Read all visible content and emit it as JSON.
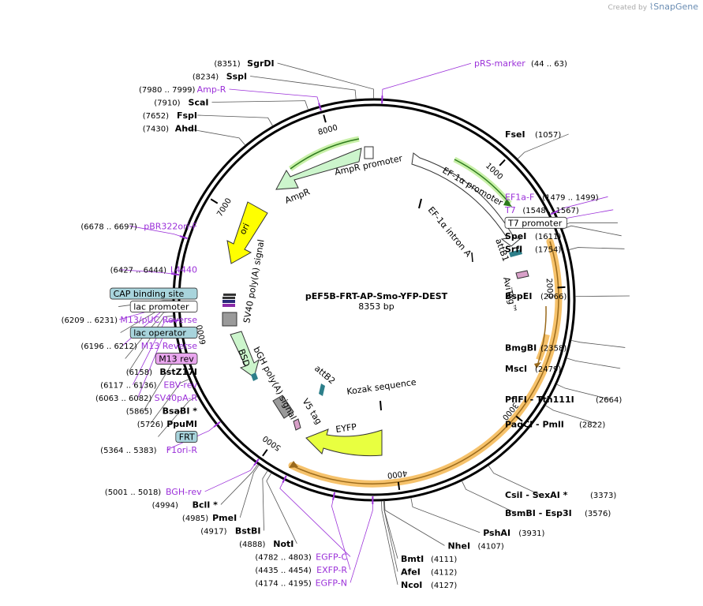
{
  "credit": {
    "created_by": "Created by",
    "brand": "SnapGene"
  },
  "title": "pEF5B-FRT-AP-Smo-YFP-DEST",
  "length_label": "8353 bp",
  "total_bp": 8353,
  "ticks": [
    "1000",
    "2000",
    "3000",
    "4000",
    "5000",
    "6000",
    "7000",
    "8000"
  ],
  "sites": [
    {
      "name": "SgrDI",
      "pos": "(8351)",
      "bp": 8351,
      "t": "e"
    },
    {
      "name": "SspI",
      "pos": "(8234)",
      "bp": 8234,
      "t": "e"
    },
    {
      "name": "Amp-R",
      "pos": "(7980 .. 7999)",
      "bp": 7990,
      "t": "p"
    },
    {
      "name": "ScaI",
      "pos": "(7910)",
      "bp": 7910,
      "t": "e"
    },
    {
      "name": "FspI",
      "pos": "(7652)",
      "bp": 7652,
      "t": "e"
    },
    {
      "name": "AhdI",
      "pos": "(7430)",
      "bp": 7430,
      "t": "e"
    },
    {
      "name": "pRS-marker",
      "pos": "(44 .. 63)",
      "bp": 54,
      "t": "p"
    },
    {
      "name": "FseI",
      "pos": "(1057)",
      "bp": 1057,
      "t": "e"
    },
    {
      "name": "EF1a-F",
      "pos": "(1479 .. 1499)",
      "bp": 1489,
      "t": "p"
    },
    {
      "name": "T7",
      "pos": "(1548 .. 1567)",
      "bp": 1557,
      "t": "p"
    },
    {
      "name": "T7 promoter",
      "pos": "",
      "bp": 1590,
      "t": "box",
      "fill": "#ffffff"
    },
    {
      "name": "SpeI",
      "pos": "(1611)",
      "bp": 1611,
      "t": "e"
    },
    {
      "name": "SrfI",
      "pos": "(1754)",
      "bp": 1754,
      "t": "e"
    },
    {
      "name": "BspEI",
      "pos": "(2066)",
      "bp": 2066,
      "t": "e"
    },
    {
      "name": "BmgBI",
      "pos": "(2358)",
      "bp": 2358,
      "t": "e"
    },
    {
      "name": "MscI",
      "pos": "(2479)",
      "bp": 2479,
      "t": "e"
    },
    {
      "name": "PflFI - Tth111I",
      "pos": "(2664)",
      "bp": 2664,
      "t": "e"
    },
    {
      "name": "PaqCI - PmlI",
      "pos": "(2822)",
      "bp": 2822,
      "t": "e"
    },
    {
      "name": "CsiI - SexAI *",
      "pos": "(3373)",
      "bp": 3373,
      "t": "e"
    },
    {
      "name": "BsmBI - Esp3I",
      "pos": "(3576)",
      "bp": 3576,
      "t": "e"
    },
    {
      "name": "PshAI",
      "pos": "(3931)",
      "bp": 3931,
      "t": "e"
    },
    {
      "name": "NheI",
      "pos": "(4107)",
      "bp": 4107,
      "t": "e"
    },
    {
      "name": "BmtI",
      "pos": "(4111)",
      "bp": 4111,
      "t": "e"
    },
    {
      "name": "AfeI",
      "pos": "(4112)",
      "bp": 4112,
      "t": "e"
    },
    {
      "name": "NcoI",
      "pos": "(4127)",
      "bp": 4127,
      "t": "e"
    },
    {
      "name": "EGFP-N",
      "pos": "(4174 .. 4195)",
      "bp": 4185,
      "t": "p"
    },
    {
      "name": "EXFP-R",
      "pos": "(4435 .. 4454)",
      "bp": 4445,
      "t": "p"
    },
    {
      "name": "EGFP-C",
      "pos": "(4782 .. 4803)",
      "bp": 4792,
      "t": "p"
    },
    {
      "name": "NotI",
      "pos": "(4888)",
      "bp": 4888,
      "t": "e"
    },
    {
      "name": "BstBI",
      "pos": "(4917)",
      "bp": 4917,
      "t": "e"
    },
    {
      "name": "PmeI",
      "pos": "(4985)",
      "bp": 4985,
      "t": "e"
    },
    {
      "name": "BclI *",
      "pos": "(4994)",
      "bp": 4994,
      "t": "e"
    },
    {
      "name": "BGH-rev",
      "pos": "(5001 .. 5018)",
      "bp": 5010,
      "t": "p"
    },
    {
      "name": "F1ori-R",
      "pos": "(5364 .. 5383)",
      "bp": 5373,
      "t": "p"
    },
    {
      "name": "FRT",
      "pos": "",
      "bp": 5600,
      "t": "box",
      "fill": "#a8d4dc"
    },
    {
      "name": "PpuMI",
      "pos": "(5726)",
      "bp": 5726,
      "t": "e"
    },
    {
      "name": "BsaBI *",
      "pos": "(5865)",
      "bp": 5865,
      "t": "e"
    },
    {
      "name": "SV40pA-R",
      "pos": "(6063 .. 6082)",
      "bp": 6072,
      "t": "p"
    },
    {
      "name": "EBV-rev",
      "pos": "(6117 .. 6136)",
      "bp": 6126,
      "t": "p"
    },
    {
      "name": "BstZ17I",
      "pos": "(6158)",
      "bp": 6158,
      "t": "e"
    },
    {
      "name": "M13 rev",
      "pos": "",
      "bp": 6185,
      "t": "box",
      "fill": "#e9a6ee"
    },
    {
      "name": "M13 Reverse",
      "pos": "(6196 .. 6212)",
      "bp": 6204,
      "t": "p"
    },
    {
      "name": "lac operator",
      "pos": "",
      "bp": 6218,
      "t": "box",
      "fill": "#a8d4dc"
    },
    {
      "name": "M13/pUC Reverse",
      "pos": "(6209 .. 6231)",
      "bp": 6220,
      "t": "p"
    },
    {
      "name": "lac promoter",
      "pos": "",
      "bp": 6260,
      "t": "box",
      "fill": "#ffffff"
    },
    {
      "name": "CAP binding site",
      "pos": "",
      "bp": 6300,
      "t": "box",
      "fill": "#a8d4dc"
    },
    {
      "name": "L4440",
      "pos": "(6427 .. 6444)",
      "bp": 6435,
      "t": "p"
    },
    {
      "name": "pBR322ori-F",
      "pos": "(6678 .. 6697)",
      "bp": 6687,
      "t": "p"
    }
  ],
  "features": [
    {
      "name": "AmpR promoter",
      "color": "#ffffff"
    },
    {
      "name": "AmpR",
      "color": "#ccf5cc"
    },
    {
      "name": "ori",
      "color": "#ffff00"
    },
    {
      "name": "SV40 poly(A) signal",
      "color": "#9a9a9a"
    },
    {
      "name": "BSD",
      "color": "#ccf5cc"
    },
    {
      "name": "bGH poly(A) signal",
      "color": "#9a9a9a"
    },
    {
      "name": "V5 tag",
      "color": "#d8a0c8"
    },
    {
      "name": "EYFP",
      "color": "#e8ff40"
    },
    {
      "name": "Kozak sequence",
      "color": "#000000"
    },
    {
      "name": "attB2",
      "color": "#2d7f8a"
    },
    {
      "name": "EF-1α promoter",
      "color": "#ffffff"
    },
    {
      "name": "EF-1α intron A",
      "color": "#000000"
    },
    {
      "name": "attB1",
      "color": "#2d7f8a"
    },
    {
      "name": "AviTag™",
      "color": "#d8a0c8"
    }
  ],
  "colors": {
    "primer": "#9b30d9",
    "ring": "#000000",
    "orf_highlight": "#f6c26b"
  }
}
